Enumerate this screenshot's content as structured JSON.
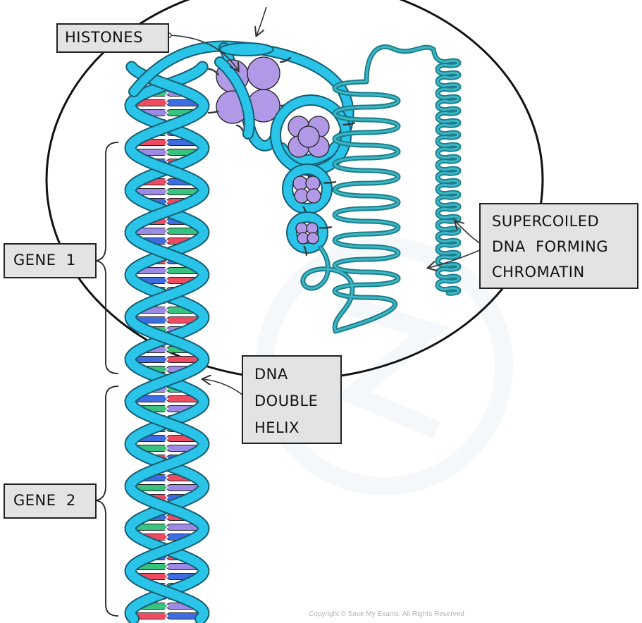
{
  "labels": {
    "histones": "HISTONES",
    "supercoiled": [
      "SUPERCOILED",
      "DNA  FORMING",
      "CHROMATIN"
    ],
    "gene1": "GENE  1",
    "gene2": "GENE  2",
    "dna_double_helix": [
      "DNA",
      "DOUBLE",
      "HELIX"
    ]
  },
  "copyright": "Copyright © Save My Exams. All Rights Reserved",
  "colors": {
    "backbone": "#29c4e8",
    "backbone_outline": "#145d73",
    "histone": "#b199e8",
    "histone_outline": "#222222",
    "base_blue": "#3d6de0",
    "base_green": "#37c27e",
    "base_red": "#ee4a62",
    "base_violet": "#9c8ae6",
    "chromatin": "#1a7f8c",
    "label_bg": "#e3e3e3",
    "watermark": "#eef4f8"
  }
}
